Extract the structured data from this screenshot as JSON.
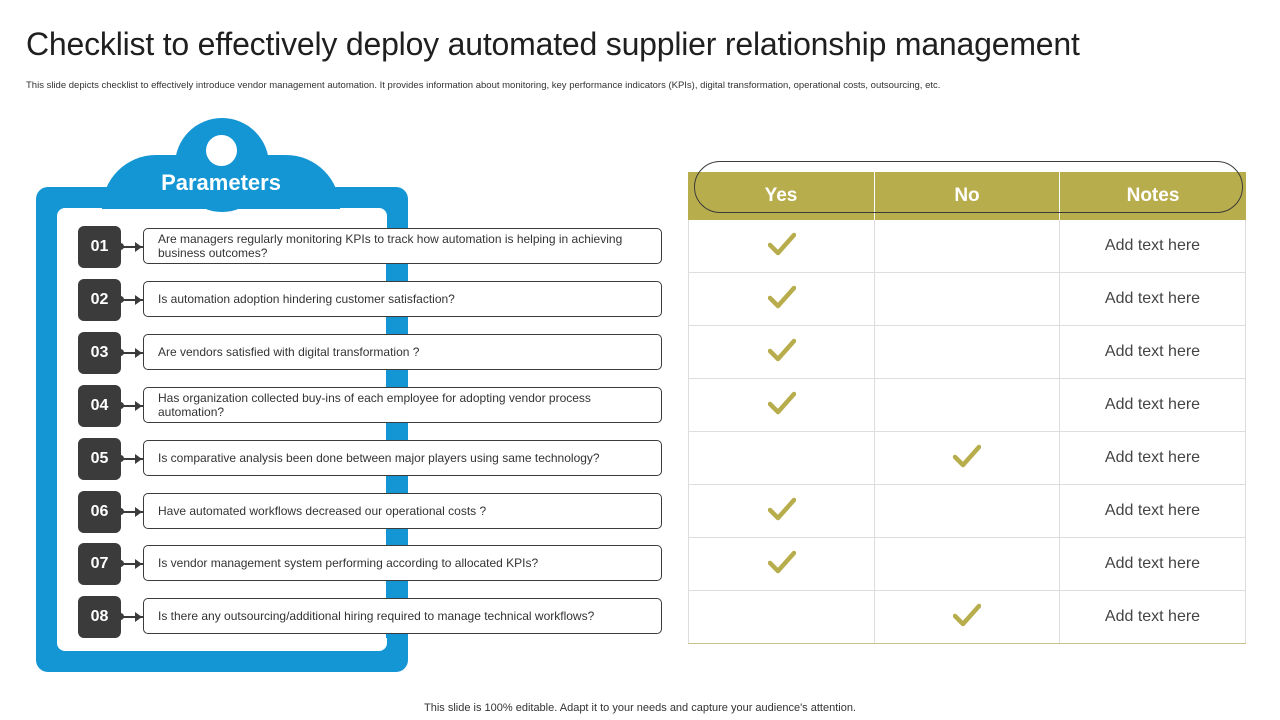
{
  "title": "Checklist to effectively deploy automated supplier relationship management",
  "subtitle": "This slide depicts checklist to effectively introduce vendor management automation.  It provides information about monitoring,  key performance indicators (KPIs), digital transformation, operational costs, outsourcing, etc.",
  "parameters_label": "Parameters",
  "table_headers": {
    "yes": "Yes",
    "no": "No",
    "notes": "Notes"
  },
  "colors": {
    "accent_blue": "#1596d4",
    "olive": "#b8ad4c",
    "dark": "#3b3b3b"
  },
  "items": [
    {
      "num": "01",
      "question": "Are managers regularly monitoring KPIs to track how automation is helping in achieving business outcomes?",
      "answer": "yes",
      "note": "Add text here"
    },
    {
      "num": "02",
      "question": "Is automation adoption hindering  customer satisfaction?",
      "answer": "yes",
      "note": "Add text here"
    },
    {
      "num": "03",
      "question": "Are vendors  satisfied with digital transformation  ?",
      "answer": "yes",
      "note": "Add text here"
    },
    {
      "num": "04",
      "question": "Has organization  collected buy-ins of each  employee for adopting vendor  process automation?",
      "answer": "yes",
      "note": "Add text here"
    },
    {
      "num": "05",
      "question": "Is comparative  analysis been done between major players using same technology?",
      "answer": "no",
      "note": "Add text here"
    },
    {
      "num": "06",
      "question": "Have  automated workflows decreased our operational costs ?",
      "answer": "yes",
      "note": "Add text here"
    },
    {
      "num": "07",
      "question": "Is vendor  management  system performing  according to allocated KPIs?",
      "answer": "yes",
      "note": "Add text here"
    },
    {
      "num": "08",
      "question": "Is there any outsourcing/additional  hiring required  to manage technical workflows?",
      "answer": "no",
      "note": "Add text here"
    }
  ],
  "footer": "This slide is 100% editable. Adapt it to your needs and capture your audience's attention."
}
